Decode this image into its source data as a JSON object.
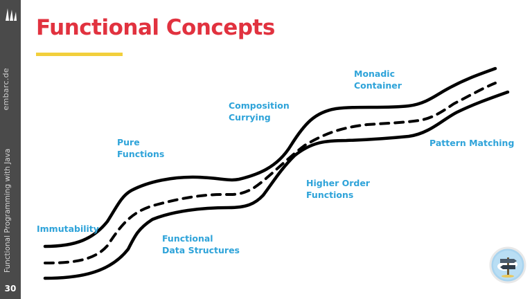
{
  "sidebar": {
    "brand": "embarc.de",
    "course": "Functional Programming with Java",
    "page_number": "30"
  },
  "slide": {
    "title": "Functional Concepts",
    "labels": {
      "immutability": "Immutability",
      "pure_functions": [
        "Pure",
        "Functions"
      ],
      "functional_data_structures": [
        "Functional",
        "Data Structures"
      ],
      "composition_currying": [
        "Composition",
        "Currying"
      ],
      "higher_order_functions": [
        "Higher Order",
        "Functions"
      ],
      "monadic_container": [
        "Monadic",
        "Container"
      ],
      "pattern_matching": "Pattern Matching"
    }
  },
  "colors": {
    "title": "#e1323f",
    "accent_underline": "#f2cf3c",
    "label": "#2ea3d9",
    "sidebar": "#4a4a4a"
  },
  "icons": [
    "sail-logo-icon",
    "signpost-badge-icon"
  ]
}
